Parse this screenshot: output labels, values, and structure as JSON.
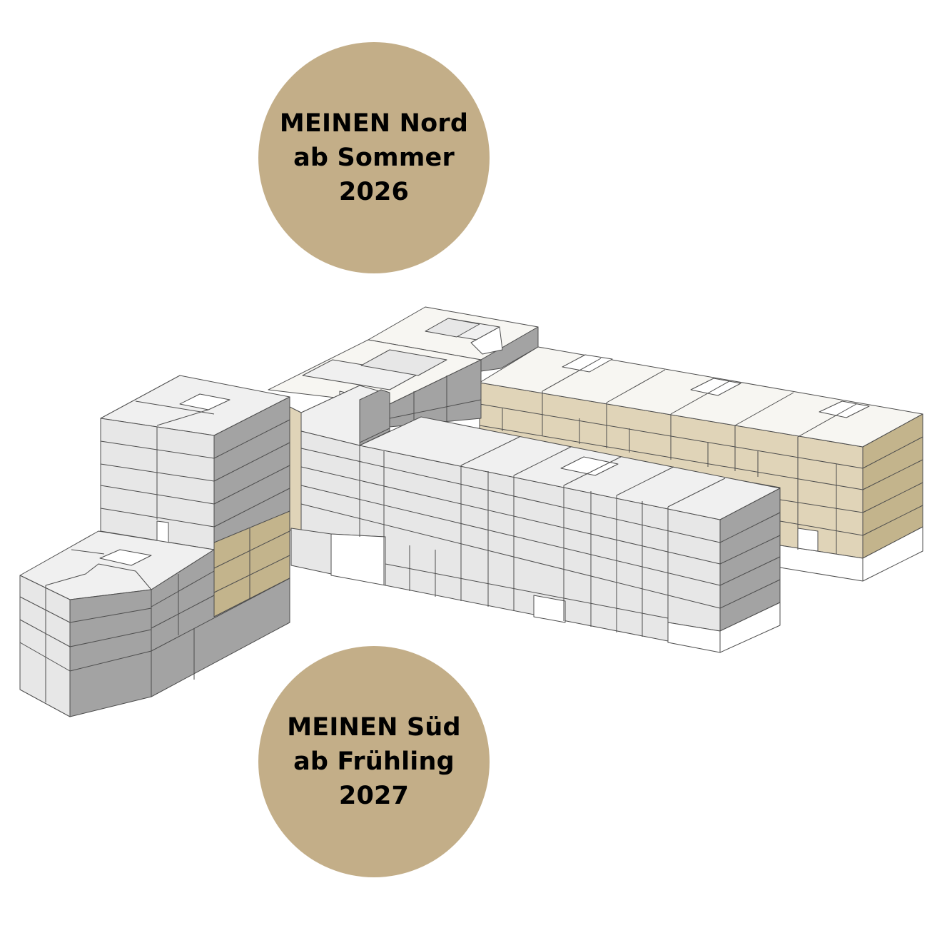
{
  "colors": {
    "badge": "#c3ae88",
    "north_side": "#e0d4b8",
    "north_roof": "#f7f6f2",
    "north_end": "#c3b48c",
    "south_front": "#e7e7e7",
    "south_roof": "#f0f0f0",
    "south_side": "#a3a3a3",
    "outline": "#4d4d4d"
  },
  "badges": {
    "nord": {
      "line1": "MEINEN Nord",
      "line2": "ab Sommer",
      "line3": "2026"
    },
    "sued": {
      "line1": "MEINEN Süd",
      "line2": "ab Frühling",
      "line3": "2027"
    }
  },
  "diagram": {
    "subject": "isometric-building-block",
    "highlighted_building": "nord"
  }
}
